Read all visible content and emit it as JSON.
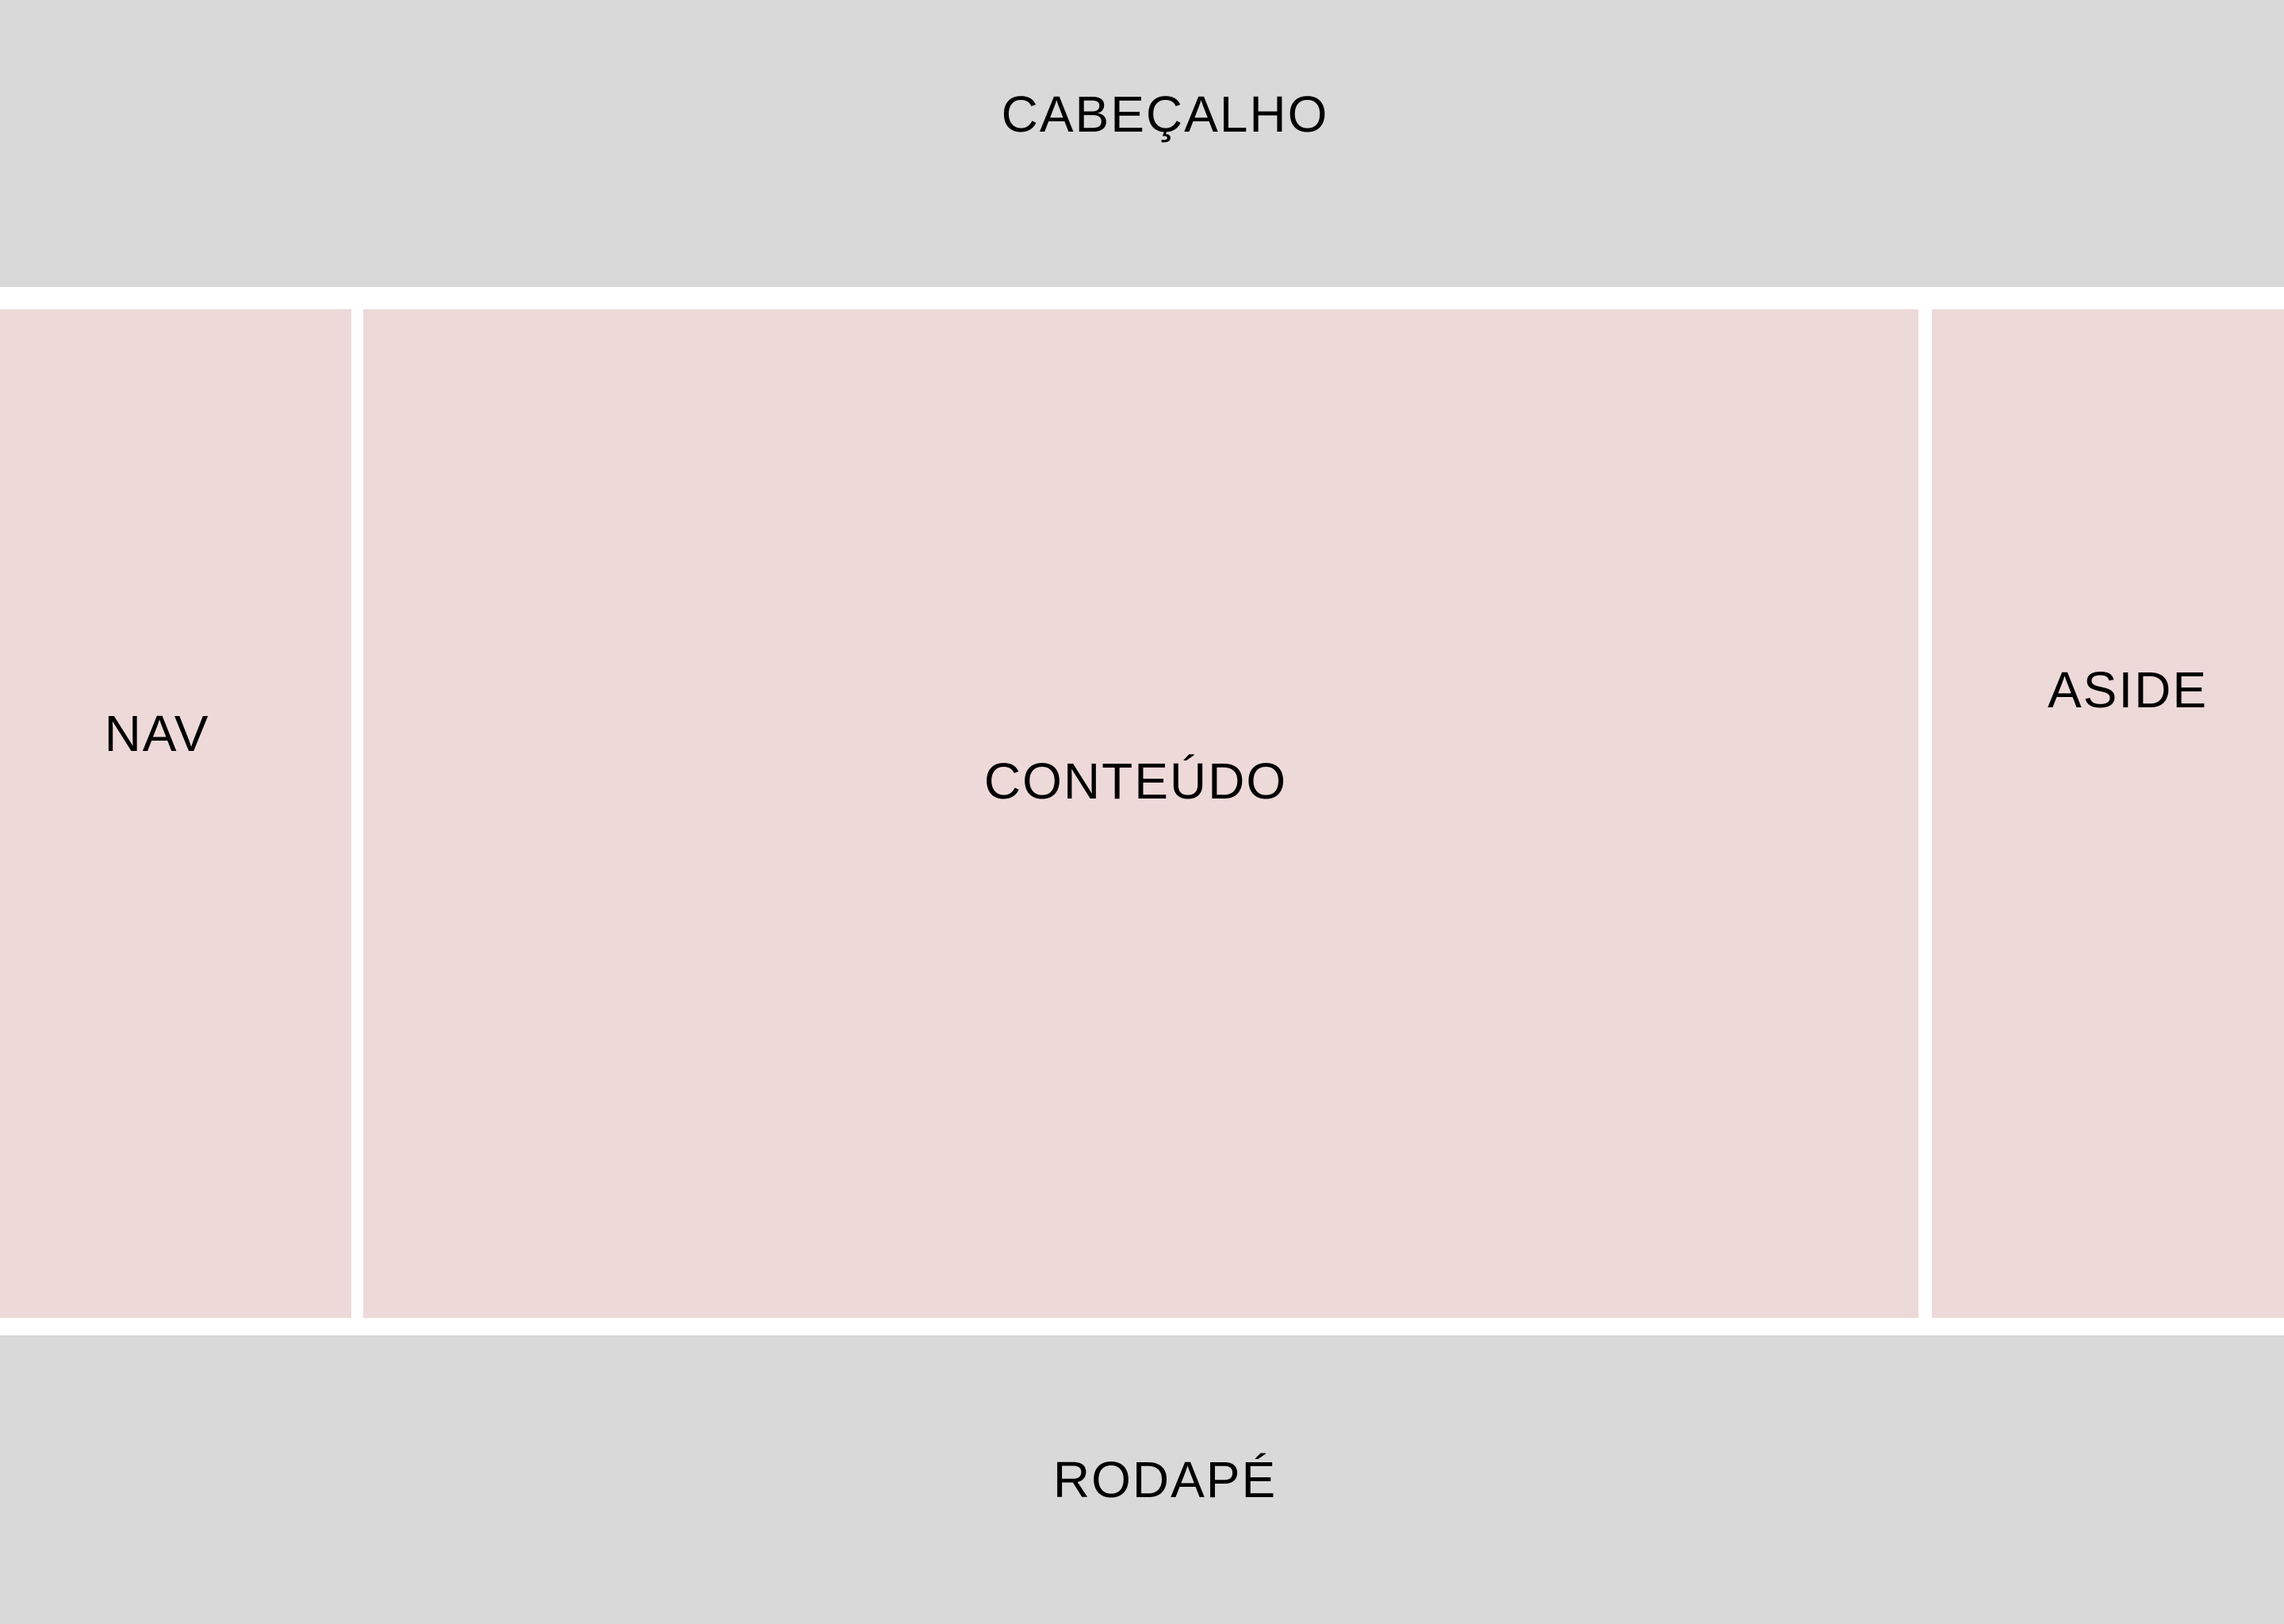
{
  "diagram": {
    "header": {
      "label": "CABEÇALHO"
    },
    "nav": {
      "label": "NAV"
    },
    "main": {
      "label": "CONTEÚDO"
    },
    "aside": {
      "label": "ASIDE"
    },
    "footer": {
      "label": "RODAPÉ"
    }
  },
  "colors": {
    "header_footer_bg": "#d9d9d9",
    "content_bg": "#eed9d9",
    "separator": "#ffffff",
    "text": "#000000"
  }
}
